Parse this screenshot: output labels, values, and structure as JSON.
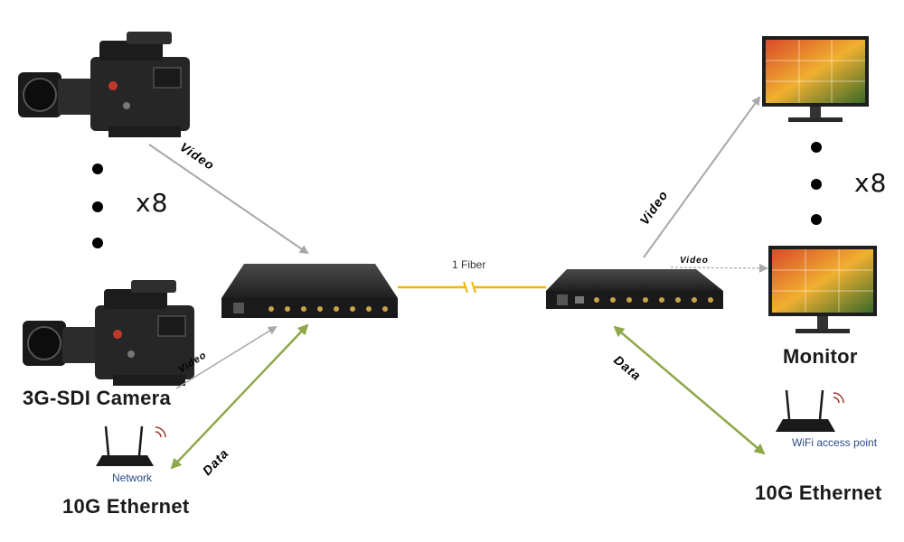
{
  "counts": {
    "cameras": "x8",
    "monitors": "x8"
  },
  "labels": {
    "camera": "3G-SDI Camera",
    "monitor": "Monitor",
    "ethernet_left": "10G Ethernet",
    "ethernet_right": "10G Ethernet",
    "fiber": "1 Fiber",
    "network": "Network",
    "wifi": "WiFi access point"
  },
  "arrows": {
    "video_top_left": "Video",
    "video_bottom_left": "Video",
    "data_left": "Data",
    "video_top_right": "Video",
    "video_bottom_right": "Video",
    "data_right": "Data"
  },
  "colors": {
    "video_arrow": "#a8a8a8",
    "data_arrow": "#8fa84a",
    "fiber": "#f2b500",
    "device_body": "#2b2b2b",
    "monitor_frame": "#1e1e1e"
  },
  "icons": [
    "camera-icon",
    "monitor-icon",
    "transmitter-icon",
    "receiver-icon",
    "router-icon"
  ]
}
